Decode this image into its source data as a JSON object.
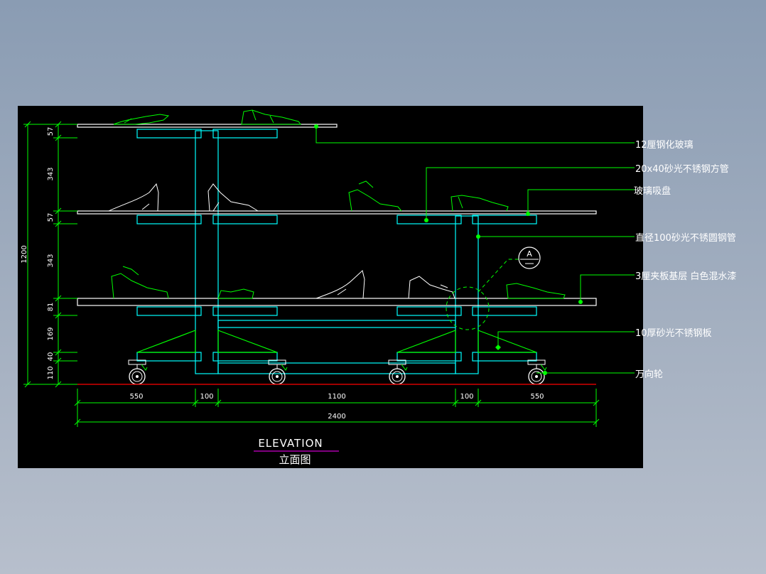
{
  "drawing": {
    "callouts": [
      "12厘钢化玻璃",
      "20x40砂光不锈钢方管",
      "玻璃吸盘",
      "直径100砂光不锈圆钢管",
      "3厘夹板基层 白色混水漆",
      "10厚砂光不锈钢板",
      "万向轮"
    ],
    "dimensions_vertical": [
      "57",
      "343",
      "57",
      "343",
      "81",
      "169",
      "40",
      "110"
    ],
    "dimension_total_height": "1200",
    "dimensions_horizontal": [
      "550",
      "100",
      "1100",
      "100",
      "550"
    ],
    "dimension_total_width": "2400",
    "detail_marker": "A",
    "title_en": "ELEVATION",
    "title_cn": "立面图"
  },
  "colors": {
    "canvas": "#000000",
    "dims": "#00ff00",
    "structure": "#00ffff",
    "shelf": "#ffffff",
    "shoes": "#00ff00",
    "floor": "#ff0000",
    "title_underline": "#ff00ff"
  }
}
